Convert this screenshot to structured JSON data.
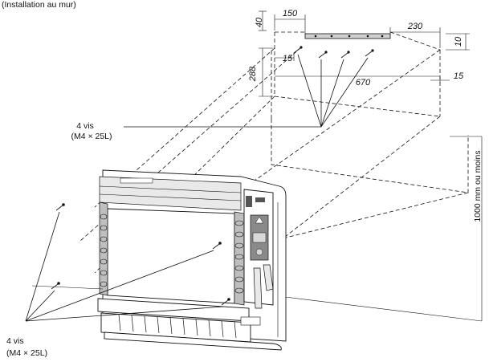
{
  "header": {
    "caption": "(Installation au mur)"
  },
  "dimensions": {
    "d40": "40",
    "d150": "150",
    "d230": "230",
    "d10": "10",
    "d15_left": "15",
    "d15_right": "15",
    "d288": "288",
    "d670": "670",
    "height_note": "1000 mm ou moins"
  },
  "screws_upper": {
    "line1": "4 vis",
    "line2": "(M4 × 25L)"
  },
  "screws_lower": {
    "line1": "4 vis",
    "line2": "(M4 × 25L)"
  }
}
